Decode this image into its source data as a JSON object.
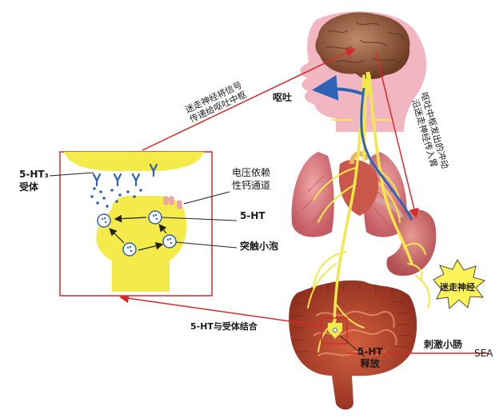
{
  "labels": {
    "receptor": "5-HT₃\n受体",
    "voltage_channel": "电压依赖\n性钙通道",
    "serotonin": "5-HT",
    "vesicle": "突触小泡",
    "vomit": "呕吐",
    "vagus_top": "迷走神经将信号\n传递给呕吐中枢",
    "vomit_center": "呕吐中枢发出的冲动\n沿迷走神经传入胃",
    "vagus_burst": "迷走神经",
    "binding": "5-HT与受体结合",
    "release": "5-HT\n释放",
    "stimulate": "刺激小肠",
    "sea": "SEA"
  },
  "colors": {
    "nerve": "#f2e84a",
    "neuron_fill": "#f4ea4a",
    "arrow_red": "#d62a2a",
    "arrow_blue": "#2f63b8",
    "head": "#f2b6c2",
    "box": "#d62a2a"
  }
}
